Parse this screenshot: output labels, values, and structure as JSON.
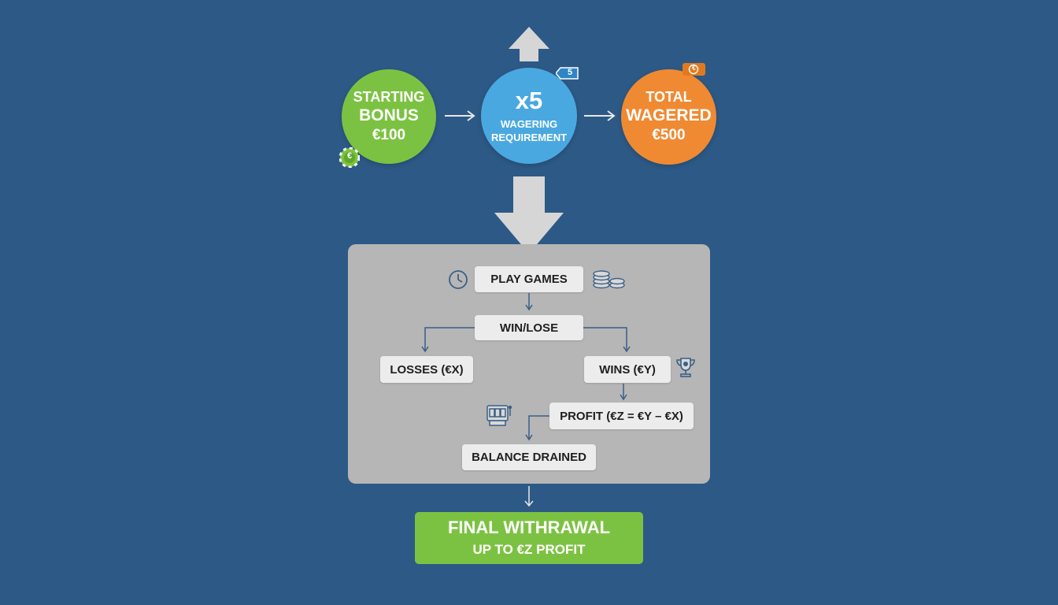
{
  "nodes": {
    "starting_bonus": {
      "line1": "STARTING",
      "line2": "BONUS",
      "amount": "€100"
    },
    "wagering": {
      "multiplier": "x5",
      "line1": "WAGERING",
      "line2": "REQUIREMENT",
      "badge": "5"
    },
    "total_wagered": {
      "line1": "TOTAL",
      "line2": "WAGERED",
      "amount": "€500",
      "badge": "€"
    },
    "chip_badge": "€"
  },
  "flow": {
    "play_games": "PLAY GAMES",
    "win_lose": "WIN/LOSE",
    "losses": "LOSSES (€X)",
    "wins": "WINS (€Y)",
    "profit": "PROFIT (€Z = €Y – €X)",
    "balance_drained": "BALANCE DRAINED"
  },
  "final": {
    "title": "FINAL WITHRAWAL",
    "subtitle": "UP TO €Z PROFIT"
  },
  "colors": {
    "background": "#2d5986",
    "green": "#7cc242",
    "blue": "#4aa8e0",
    "orange": "#ef8a32",
    "panel": "#b6b6b6",
    "box": "#ececec"
  },
  "icons": [
    "up-arrow-icon",
    "clock-icon",
    "coins-icon",
    "trophy-icon",
    "slot-machine-icon",
    "casino-chip-icon",
    "ticket-badge-icon",
    "coin-tag-icon"
  ]
}
